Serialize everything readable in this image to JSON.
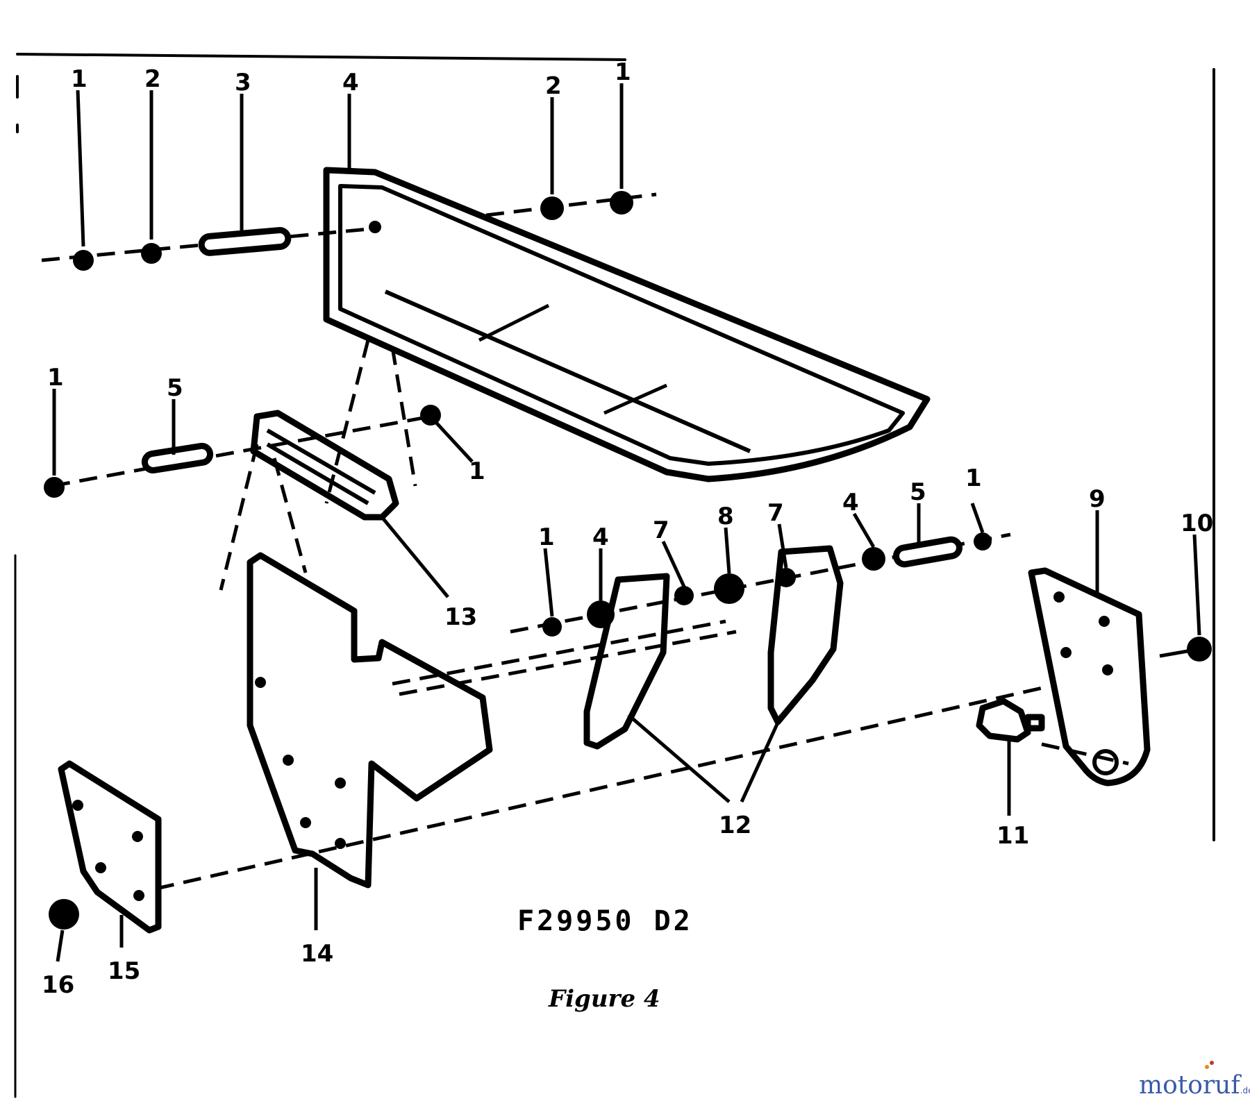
{
  "diagram": {
    "part_code": "F29950  D2",
    "caption": "Figure 4",
    "callouts": {
      "c1a": "1",
      "c2a": "2",
      "c3": "3",
      "c4a": "4",
      "c2b": "2",
      "c1b": "1",
      "c1c": "1",
      "c5a": "5",
      "c1d": "1",
      "c13": "13",
      "c1e": "1",
      "c4b": "4",
      "c7a": "7",
      "c8": "8",
      "c7b": "7",
      "c4c": "4",
      "c5b": "5",
      "c1f": "1",
      "c9": "9",
      "c10": "10",
      "c12": "12",
      "c11": "11",
      "c16": "16",
      "c15": "15",
      "c14": "14"
    }
  },
  "watermark": {
    "brand_main": "motoruf",
    "brand_tld": ".de",
    "colors": {
      "blue": "#3a5aa8",
      "orange": "#e08a1e",
      "red": "#c0392b"
    }
  }
}
